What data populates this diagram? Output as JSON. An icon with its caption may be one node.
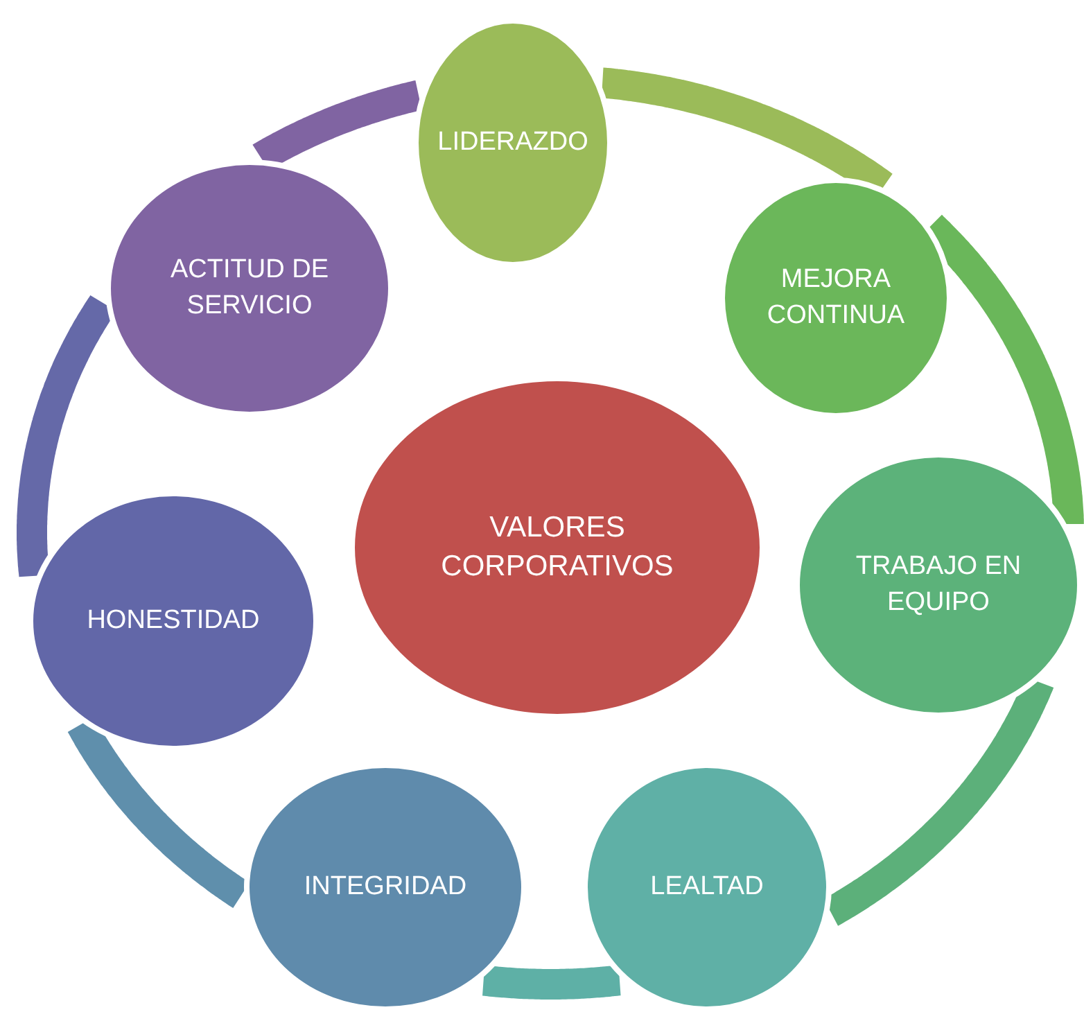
{
  "diagram": {
    "nodes": [
      {
        "text": [
          "VALORES CORPORATIVOS"
        ]
      },
      {
        "text": [
          "LIDERAZDO"
        ]
      },
      {
        "text": [
          "MEJORA CONTINUA"
        ]
      },
      {
        "text": [
          "TRABAJO EN EQUIPO"
        ]
      },
      {
        "text": [
          "LEALTAD"
        ]
      },
      {
        "text": [
          "INTEGRIDAD"
        ]
      },
      {
        "text": [
          "HONESTIDAD"
        ]
      },
      {
        "text": [
          "ACTITUD DE SERVICIO"
        ]
      }
    ],
    "edges": [
      {
        "from": 1,
        "to": 2,
        "arrow": "none",
        "color": "#9bbb59"
      },
      {
        "from": 2,
        "to": 3,
        "arrow": "none",
        "color": "#6ab75a"
      },
      {
        "from": 3,
        "to": 4,
        "arrow": "none",
        "color": "#5cb07a"
      },
      {
        "from": 4,
        "to": 5,
        "arrow": "none",
        "color": "#5eb0a6"
      },
      {
        "from": 5,
        "to": 6,
        "arrow": "none",
        "color": "#5f8fac"
      },
      {
        "from": 6,
        "to": 7,
        "arrow": "none",
        "color": "#6569a8"
      },
      {
        "from": 7,
        "to": 1,
        "arrow": "none",
        "color": "#8064a2"
      }
    ]
  }
}
